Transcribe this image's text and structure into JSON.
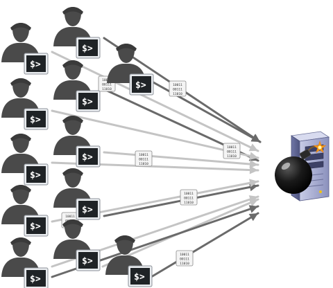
{
  "diagram": {
    "terminal_prompt": "$>",
    "packet_lines": [
      "10011",
      "00111",
      "11010"
    ],
    "icons": {
      "attacker": "user-silhouette-icon",
      "terminal": "terminal-prompt-icon",
      "server": "server-tower-icon",
      "bomb": "bomb-icon"
    },
    "colors": {
      "silhouette": "#4a4a4a",
      "terminal_bg": "#1f2326",
      "arrow_dark": "#6a6a6a",
      "arrow_light": "#c4c4c4",
      "server_body": "#9aa0c8",
      "bomb": "#111111"
    }
  }
}
